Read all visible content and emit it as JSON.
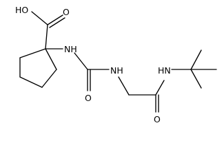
{
  "molecule": {
    "atom_labels": {
      "carboxylic_oh": "HO",
      "carbonyl_o_acid": "O",
      "amine_nh_left": "NH",
      "urea_o": "O",
      "amine_nh_middle": "NH",
      "amide_nh_right": "HN",
      "amide_o": "O"
    }
  }
}
